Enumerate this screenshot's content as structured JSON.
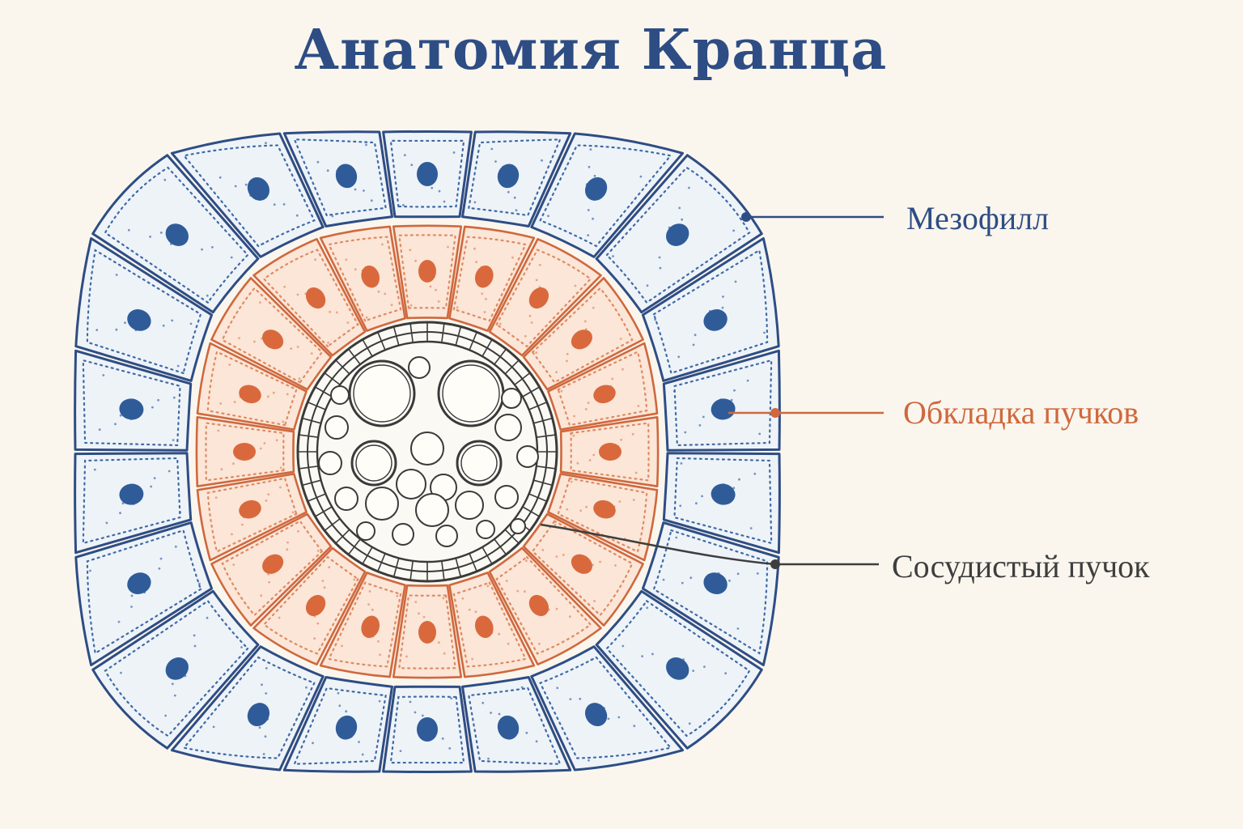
{
  "title": "Анатомия Кранца",
  "labels": {
    "mesophyll": "Мезофилл",
    "bundle_sheath": "Обкладка пучков",
    "vascular_bundle": "Сосудистый пучок"
  },
  "colors": {
    "background": "#faf6ee",
    "mesophyll": "#2e4d84",
    "mesophyll_fill": "#eef3f8",
    "mesophyll_nucleus": "#2f5c99",
    "sheath": "#d0683d",
    "sheath_fill": "#fbe6d8",
    "sheath_nucleus": "#d9693c",
    "bundle": "#3a3a3a",
    "bundle_leader": "#3e3e3e"
  },
  "structure": {
    "mesophyll_cell_count": 22,
    "sheath_cell_count": 20
  }
}
